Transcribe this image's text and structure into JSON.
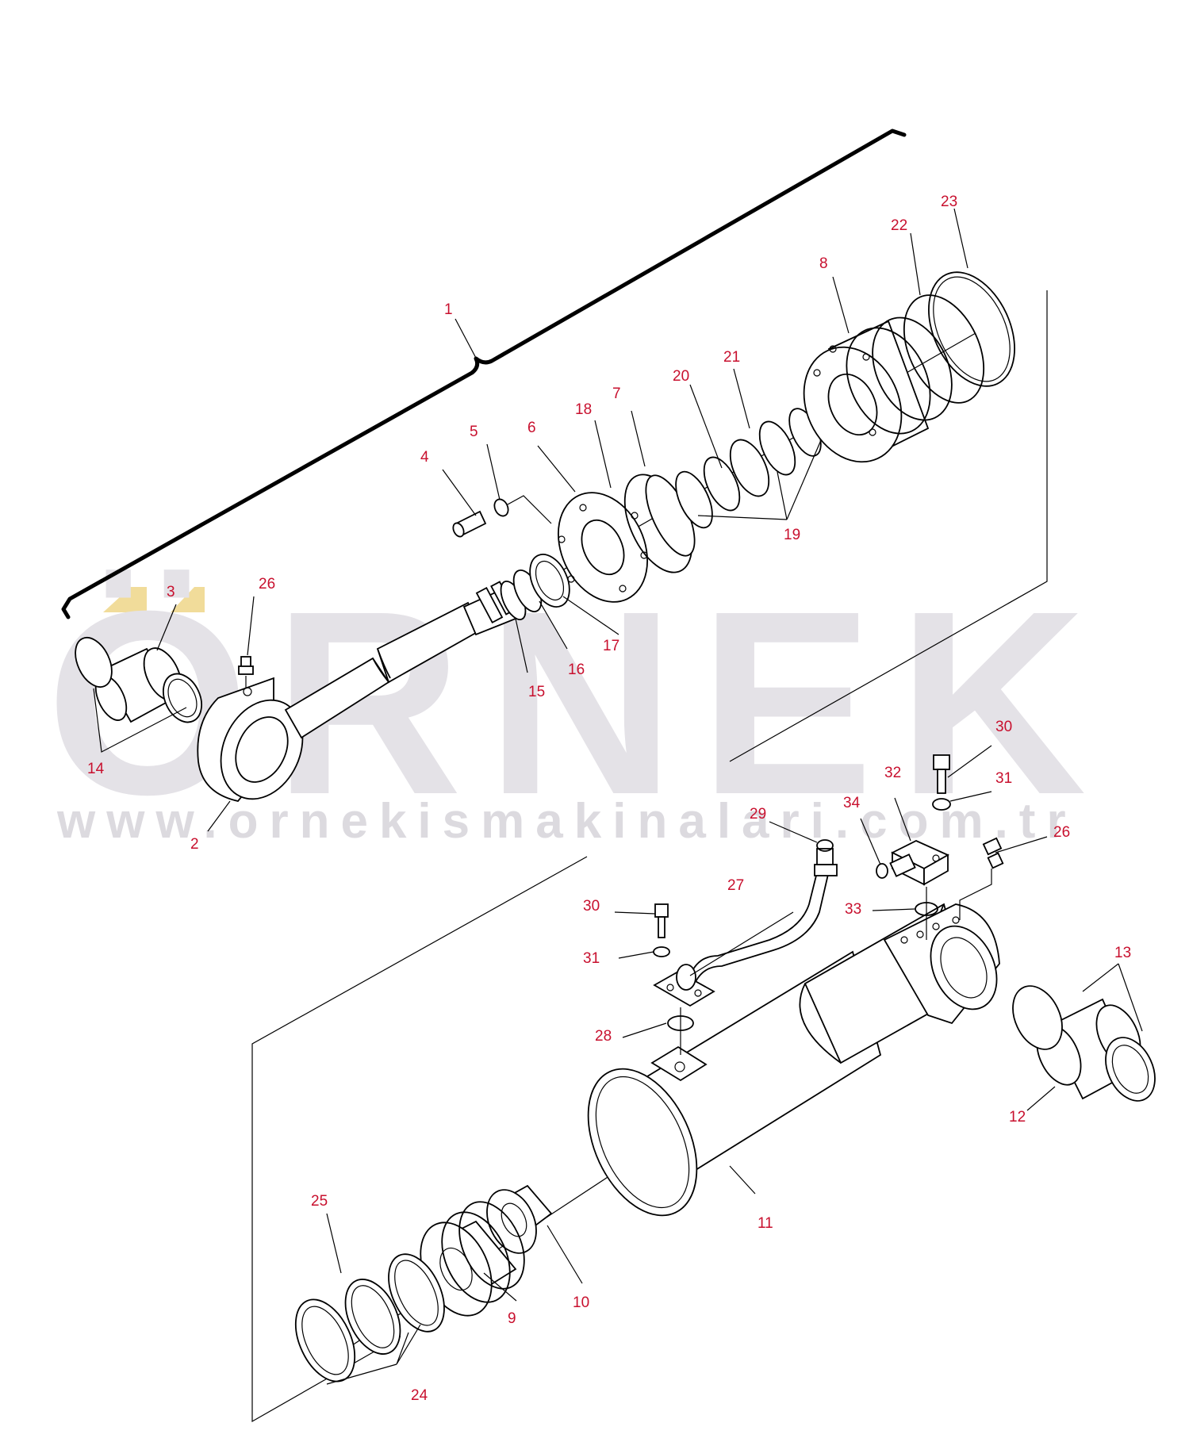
{
  "watermark": {
    "brand": "ÖRNEK",
    "url": "www.ornekismakinalari.com.tr",
    "brand_color": "#e4e2e7",
    "accent_color": "#f1dc9a"
  },
  "callout_color": "#c8102e",
  "callouts": {
    "c1": "1",
    "c2": "2",
    "c3": "3",
    "c4": "4",
    "c5": "5",
    "c6": "6",
    "c7": "7",
    "c8": "8",
    "c9": "9",
    "c10": "10",
    "c11": "11",
    "c12": "12",
    "c13": "13",
    "c14": "14",
    "c15": "15",
    "c16": "16",
    "c17": "17",
    "c18": "18",
    "c19": "19",
    "c20": "20",
    "c21": "21",
    "c22": "22",
    "c23": "23",
    "c24": "24",
    "c25": "25",
    "c26a": "26",
    "c26b": "26",
    "c27": "27",
    "c28": "28",
    "c29": "29",
    "c30a": "30",
    "c30b": "30",
    "c31a": "31",
    "c31b": "31",
    "c32": "32",
    "c33": "33",
    "c34": "34"
  }
}
